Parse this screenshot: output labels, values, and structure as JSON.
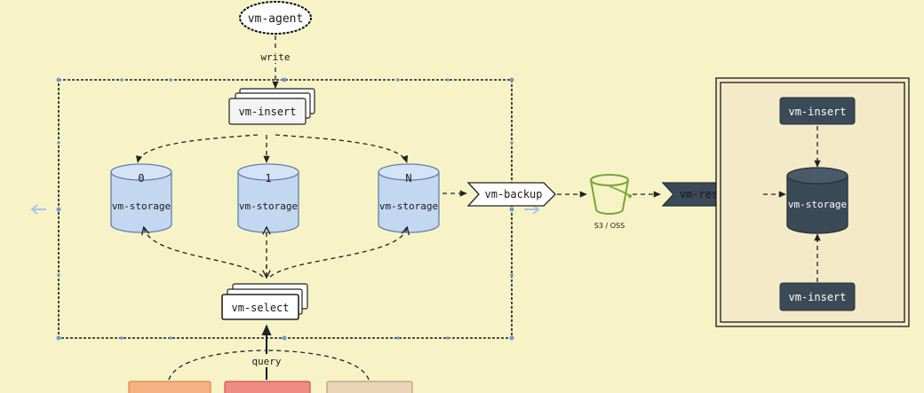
{
  "agent": {
    "label": "vm-agent"
  },
  "edge_write": "write",
  "edge_query": "query",
  "cluster": {
    "insert_label": "vm-insert",
    "select_label": "vm-select",
    "storages": [
      {
        "index": "0",
        "label": "vm-storage"
      },
      {
        "index": "1",
        "label": "vm-storage"
      },
      {
        "index": "N",
        "label": "vm-storage"
      }
    ]
  },
  "backup_label": "vm-backup",
  "bucket": {
    "label": "S3 / OSS",
    "icon": "bucket-icon"
  },
  "restore_label": "vm-restore",
  "restored": {
    "insert_top_label": "vm-insert",
    "storage_label": "vm-storage",
    "insert_bottom_label": "vm-insert"
  },
  "colors": {
    "background": "#f8f3c6",
    "storage_fill": "#c3d7f0",
    "storage_stroke": "#5b7fae",
    "dark_node": "#3b4a57",
    "restore_panel": "#f5eac8",
    "bucket": "#74a735",
    "client_orange": "#f4b183",
    "client_red": "#ee8b82",
    "client_beige": "#ead5b8"
  }
}
